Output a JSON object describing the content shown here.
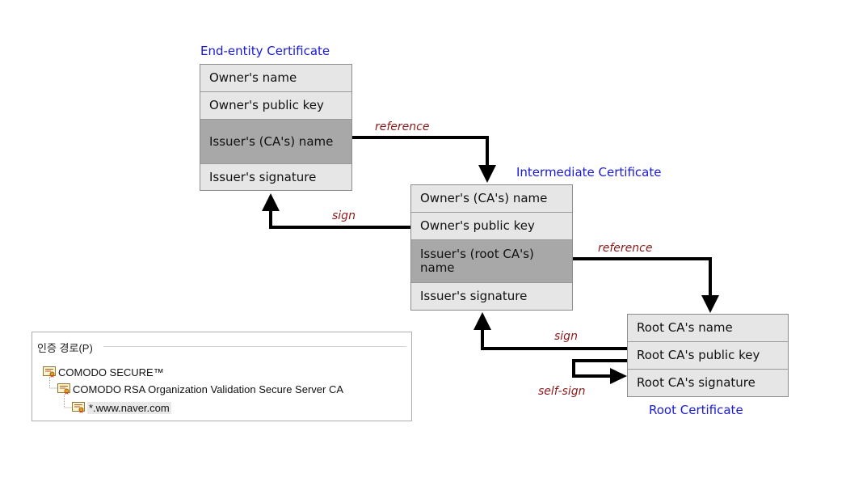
{
  "end_entity": {
    "title": "End-entity Certificate",
    "fields": [
      "Owner's name",
      "Owner's public key",
      "Issuer's (CA's) name",
      "Issuer's signature"
    ]
  },
  "intermediate": {
    "title": "Intermediate Certificate",
    "fields": [
      "Owner's (CA's) name",
      "Owner's public key",
      "Issuer's (root CA's) name",
      "Issuer's signature"
    ]
  },
  "root": {
    "title": "Root Certificate",
    "fields": [
      "Root CA's name",
      "Root CA's public key",
      "Root CA's signature"
    ]
  },
  "labels": {
    "reference_1": "reference",
    "sign_1": "sign",
    "reference_2": "reference",
    "sign_2": "sign",
    "self_sign": "self-sign"
  },
  "cert_path_panel": {
    "legend": "인증 경로(P)",
    "items": [
      "COMODO SECURE™",
      "COMODO RSA Organization Validation Secure Server CA",
      "*.www.naver.com"
    ]
  },
  "colors": {
    "title": "#1a1ad6",
    "arrow_label": "#8b1a1a",
    "field_bg": "#e6e6e6",
    "highlight_field_bg": "#a8a8a8"
  }
}
